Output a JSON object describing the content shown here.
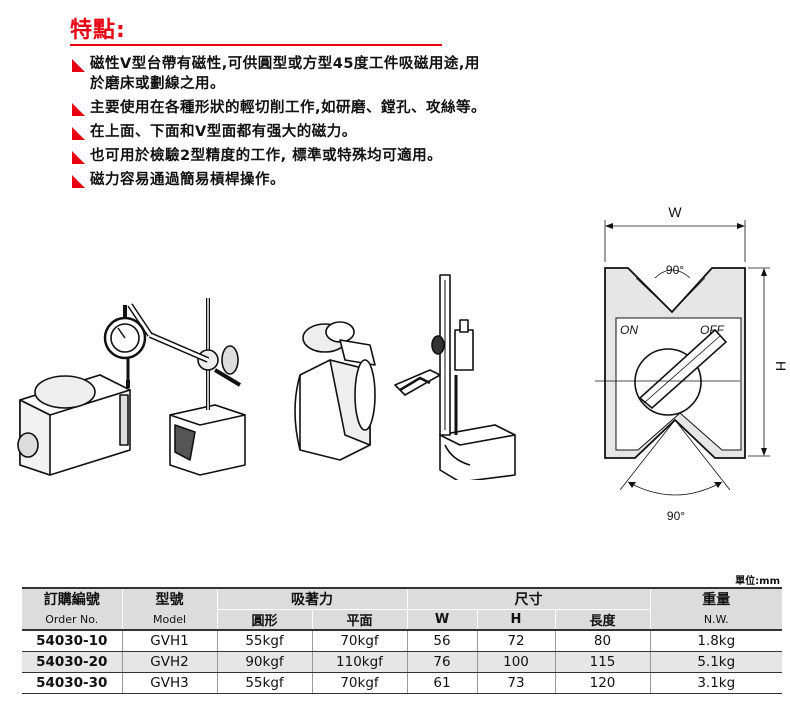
{
  "title": "特點:",
  "features": [
    "磁性V型台帶有磁性,可供圓型或方型45度工件吸磁用途,用於磨床或劃線之用。",
    "主要使用在各種形狀的輕切削工作,如研磨、鏜孔、攻絲等。",
    "在上面、下面和V型面都有强大的磁力。",
    "也可用於檢驗2型精度的工作, 標準或特殊均可適用。",
    "磁力容易通過簡易槓桿操作。"
  ],
  "diagram": {
    "w_label": "W",
    "h_label": "H",
    "top_angle": "90°",
    "bottom_angle": "90°",
    "on_label": "ON",
    "off_label": "OFF"
  },
  "unit_note": "單位:mm",
  "table": {
    "order_zh": "訂購編號",
    "order_en": "Order No.",
    "model_zh": "型號",
    "model_en": "Model",
    "force": "吸著力",
    "force_round": "圓形",
    "force_flat": "平面",
    "size": "尺寸",
    "w": "W",
    "h": "H",
    "length": "長度",
    "weight_zh": "重量",
    "weight_en": "N.W.",
    "rows": [
      {
        "order": "54030-10",
        "model": "GVH1",
        "round": "55kgf",
        "flat": "70kgf",
        "w": "56",
        "h": "72",
        "l": "80",
        "nw": "1.8kg"
      },
      {
        "order": "54030-20",
        "model": "GVH2",
        "round": "90kgf",
        "flat": "110kgf",
        "w": "76",
        "h": "100",
        "l": "115",
        "nw": "5.1kg"
      },
      {
        "order": "54030-30",
        "model": "GVH3",
        "round": "55kgf",
        "flat": "70kgf",
        "w": "61",
        "h": "73",
        "l": "120",
        "nw": "3.1kg"
      }
    ]
  }
}
